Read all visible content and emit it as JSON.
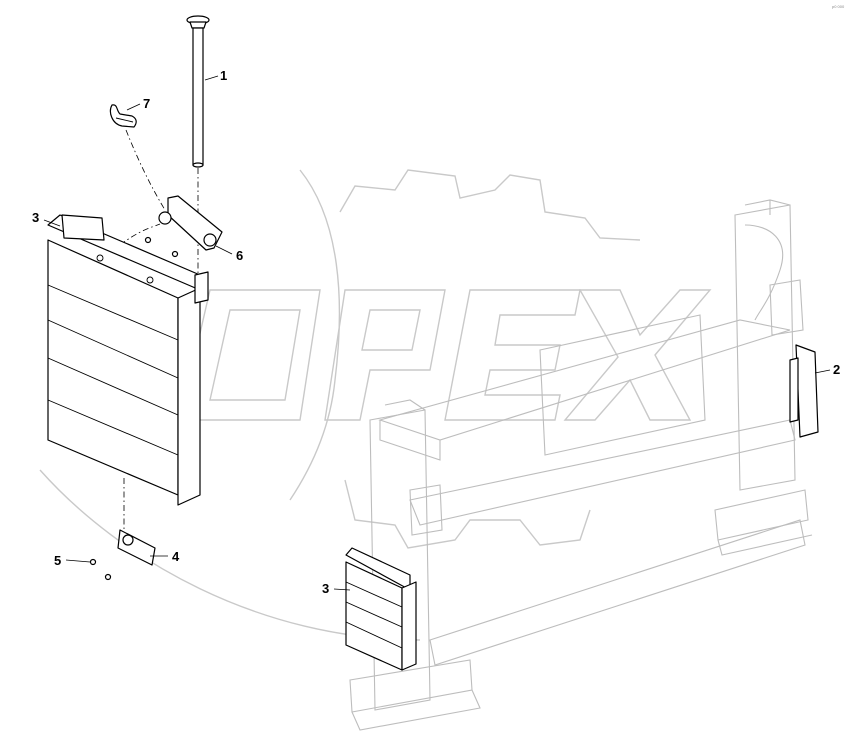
{
  "corner_code": "p0 000",
  "callouts": [
    {
      "key": "c1",
      "label": "1"
    },
    {
      "key": "c2",
      "label": "2"
    },
    {
      "key": "c3a",
      "label": "3"
    },
    {
      "key": "c3b",
      "label": "3"
    },
    {
      "key": "c4",
      "label": "4"
    },
    {
      "key": "c5",
      "label": "5"
    },
    {
      "key": "c6",
      "label": "6"
    },
    {
      "key": "c7",
      "label": "7"
    }
  ],
  "watermark_logo": "OPEX",
  "colors": {
    "line": "#000000",
    "watermark": "#c9c9c9",
    "background": "#ffffff"
  }
}
